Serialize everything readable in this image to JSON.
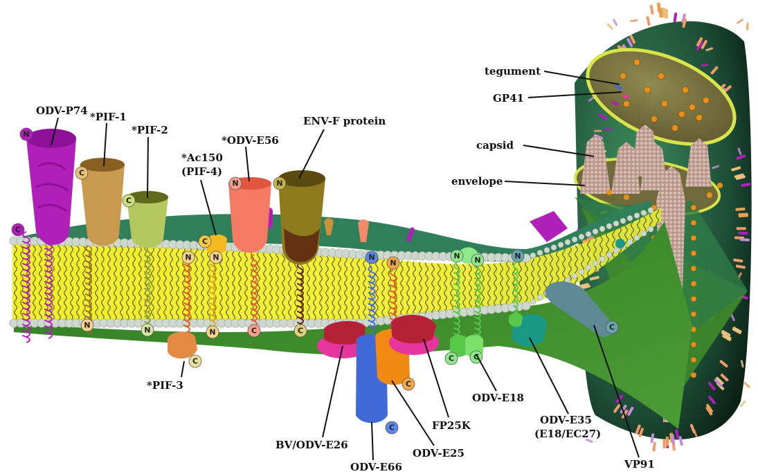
{
  "labels": {
    "odv_p74": "ODV-P74",
    "pif1": "*PIF-1",
    "pif2": "*PIF-2",
    "ac150_line1": "*Ac150",
    "ac150_line2": "(PIF-4)",
    "odv_e56": "*ODV-E56",
    "envf": "ENV-F protein",
    "pif3": "*PIF-3",
    "tegument": "tegument",
    "gp41": "GP41",
    "capsid": "capsid",
    "envelope": "envelope",
    "bv_odv_e26": "BV/ODV-E26",
    "odv_e66": "ODV-E66",
    "odv_e25": "ODV-E25",
    "fp25k": "FP25K",
    "odv_e18": "ODV-E18",
    "odv_e35_line1": "ODV-E35",
    "odv_e35_line2": "(E18/EC27)",
    "vp91": "VP91"
  },
  "termini": {
    "n": "N",
    "c": "C"
  },
  "colors": {
    "membrane_yellow": "#f2ee2a",
    "lipid_head": "#cfd8cf",
    "cytoplasm_green": "#3c8a2f",
    "upper_green": "#2e7f5a",
    "virion_dark": "#143a2a",
    "capsid_tan": "#b99a8e",
    "odv_p74": "#b01fb8",
    "pif1": "#c99a4e",
    "pif2": "#a6b64a",
    "ac150": "#f6b91f",
    "odv_e56": "#f47a63",
    "envf": "#8c7a1c",
    "pif3": "#e38a45",
    "bv_odv_e26": "#e6359c",
    "odv_e66": "#3f6ad8",
    "odv_e25": "#f08a13",
    "fp25k": "#b52238",
    "odv_e18": "#58c84a",
    "odv_e35": "#1a9a86",
    "vp91": "#5d8a94"
  }
}
